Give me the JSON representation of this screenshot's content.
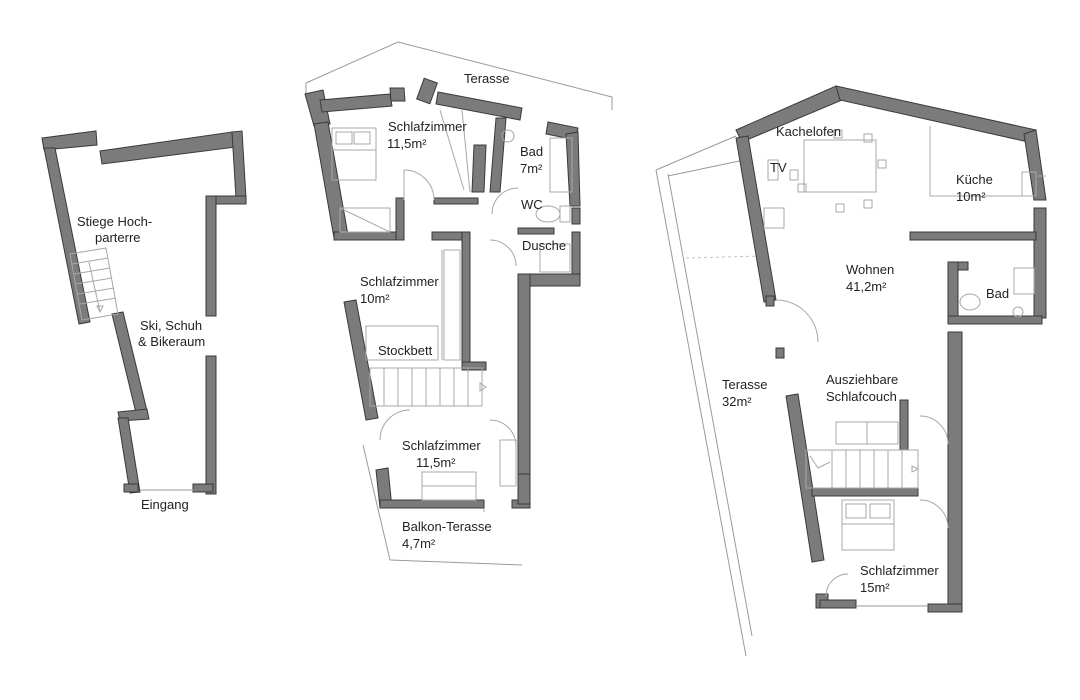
{
  "floors": [
    {
      "id": "ground",
      "rooms": [
        {
          "key": "stiege",
          "lines": [
            "Stiege Hoch-",
            "parterre"
          ]
        },
        {
          "key": "ski",
          "lines": [
            "Ski, Schuh",
            "& Bikeraum"
          ]
        },
        {
          "key": "eingang",
          "lines": [
            "Eingang"
          ]
        }
      ]
    },
    {
      "id": "middle",
      "rooms": [
        {
          "key": "terasse",
          "lines": [
            "Terasse"
          ]
        },
        {
          "key": "schlaf1",
          "lines": [
            "Schlafzimmer",
            "11,5m²"
          ]
        },
        {
          "key": "bad",
          "lines": [
            "Bad",
            "7m²"
          ]
        },
        {
          "key": "wc",
          "lines": [
            "WC"
          ]
        },
        {
          "key": "dusche",
          "lines": [
            "Dusche"
          ]
        },
        {
          "key": "schlaf2",
          "lines": [
            "Schlafzimmer",
            "10m²"
          ]
        },
        {
          "key": "stockbett",
          "lines": [
            "Stockbett"
          ]
        },
        {
          "key": "schlaf3",
          "lines": [
            "Schlafzimmer",
            "11,5m²"
          ]
        },
        {
          "key": "balkon",
          "lines": [
            "Balkon-Terasse",
            "4,7m²"
          ]
        }
      ]
    },
    {
      "id": "upper",
      "rooms": [
        {
          "key": "kachelofen",
          "lines": [
            "Kachelofen"
          ]
        },
        {
          "key": "tv",
          "lines": [
            "TV"
          ]
        },
        {
          "key": "kueche",
          "lines": [
            "Küche",
            "10m²"
          ]
        },
        {
          "key": "wohnen",
          "lines": [
            "Wohnen",
            "41,2m²"
          ]
        },
        {
          "key": "bad",
          "lines": [
            "Bad"
          ]
        },
        {
          "key": "terasse",
          "lines": [
            "Terasse",
            "32m²"
          ]
        },
        {
          "key": "couch",
          "lines": [
            "Ausziehbare",
            "Schlafcouch"
          ]
        },
        {
          "key": "schlaf",
          "lines": [
            "Schlafzimmer",
            "15m²"
          ]
        }
      ]
    }
  ]
}
